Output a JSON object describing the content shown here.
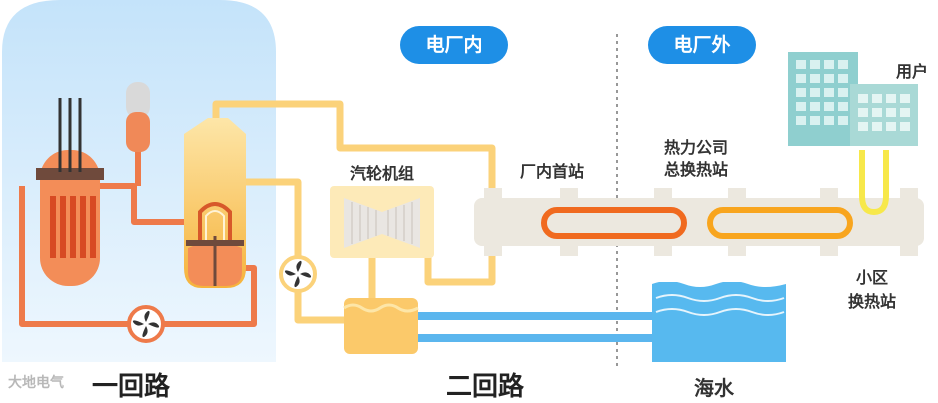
{
  "labels": {
    "inside_plant": "电厂内",
    "outside_plant": "电厂外",
    "turbine": "汽轮机组",
    "plant_first_station": "厂内首站",
    "heat_station_line1": "热力公司",
    "heat_station_line2": "总换热站",
    "users": "用户",
    "community_line1": "小区",
    "community_line2": "换热站",
    "primary_loop": "一回路",
    "secondary_loop": "二回路",
    "seawater": "海水",
    "watermark": "大地电气"
  },
  "colors": {
    "containment": "#d7ecfb",
    "primary_pipe": "#ee7a4a",
    "secondary_pipe": "#fbd27a",
    "cooling_pipe": "#5bb6ee",
    "hot_loop": "#f06a1f",
    "warm_loop": "#f8a51e",
    "user_loop": "#f7e84a",
    "exchanger": "#ece8df",
    "pill": "#1e8fe6",
    "sea": "#57b9ef"
  },
  "icons": [
    "fan-icon",
    "building-icon",
    "reactor-icon",
    "steam-generator-icon",
    "turbine-icon",
    "condenser-icon"
  ]
}
